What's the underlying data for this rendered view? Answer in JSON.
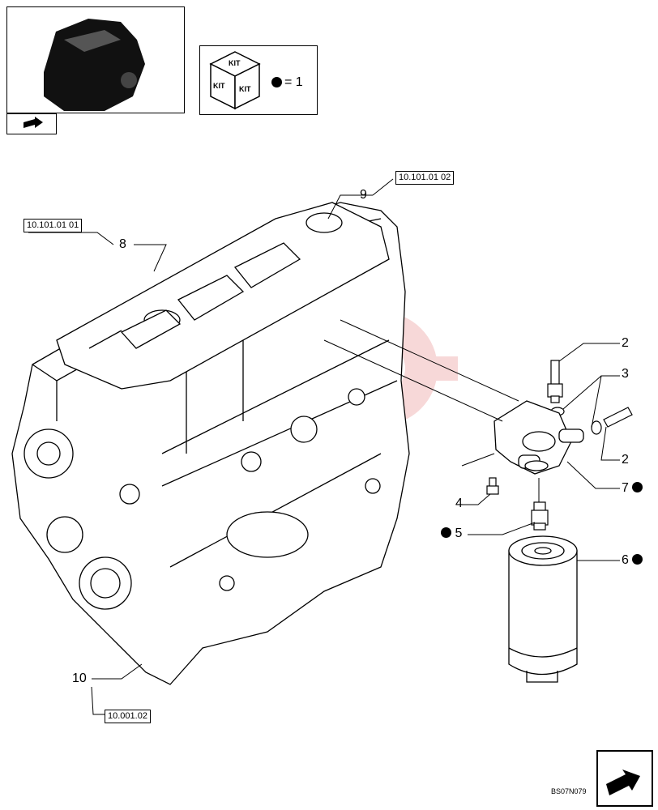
{
  "header": {
    "kit_legend": {
      "equals_text": "= 1",
      "kit_labels": [
        "KIT",
        "KIT",
        "KIT"
      ]
    }
  },
  "references": {
    "block_top_left": "10.101.01 01",
    "block_top_right": "10.101.01 02",
    "block_bottom": "10.001.02"
  },
  "callouts": [
    {
      "id": "2a",
      "label": "2",
      "kit": false
    },
    {
      "id": "3",
      "label": "3",
      "kit": false
    },
    {
      "id": "2b",
      "label": "2",
      "kit": false
    },
    {
      "id": "7",
      "label": "7",
      "kit": true
    },
    {
      "id": "4",
      "label": "4",
      "kit": false
    },
    {
      "id": "5",
      "label": "5",
      "kit": true
    },
    {
      "id": "6",
      "label": "6",
      "kit": true
    },
    {
      "id": "8",
      "label": "8",
      "kit": false
    },
    {
      "id": "9",
      "label": "9",
      "kit": false
    },
    {
      "id": "10",
      "label": "10",
      "kit": false
    }
  ],
  "footer": {
    "drawing_code": "BS07N079"
  },
  "colors": {
    "line": "#000000",
    "watermark": "#f3c6c6"
  }
}
